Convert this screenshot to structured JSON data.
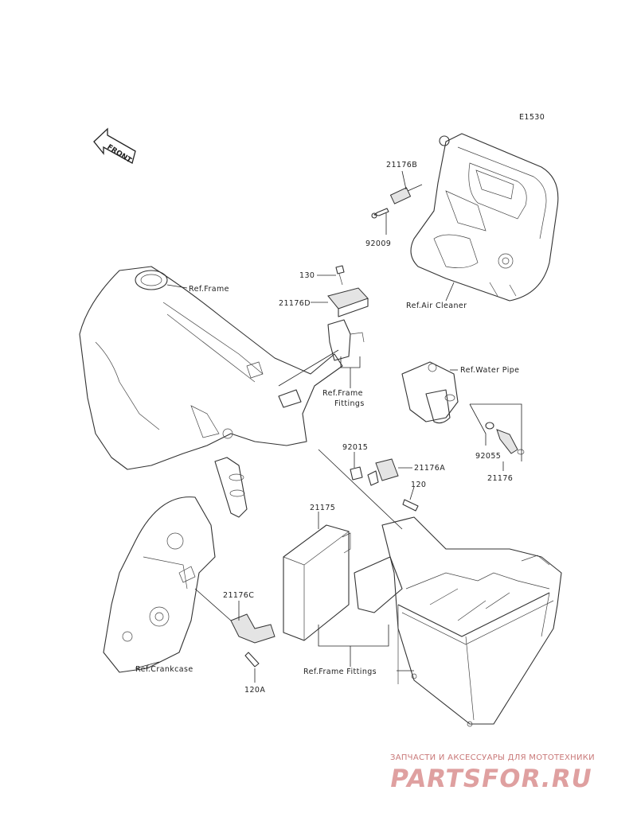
{
  "diagram_code": "E1530",
  "front_label": "FRONT",
  "labels": {
    "p21176B": "21176B",
    "p92009": "92009",
    "ref_air_cleaner": "Ref.Air Cleaner",
    "ref_frame": "Ref.Frame",
    "p130": "130",
    "p21176D": "21176D",
    "ref_frame_fittings_1": "Ref.Frame",
    "ref_frame_fittings_2": "Fittings",
    "ref_water_pipe": "Ref.Water Pipe",
    "p92015": "92015",
    "p21176A": "21176A",
    "p120": "120",
    "p92055": "92055",
    "p21176": "21176",
    "p21175": "21175",
    "p21176C": "21176C",
    "ref_crankcase": "Ref.Crankcase",
    "ref_frame_fittings_bottom": "Ref.Frame Fittings",
    "p120A": "120A"
  },
  "watermark": {
    "line1": "ЗАПЧАСТИ И АКСЕССУАРЫ ДЛЯ МОТОТЕХНИКИ",
    "logo": "PARTSFOR.RU"
  },
  "colors": {
    "line": "#333333",
    "watermark": "#dfa0a0"
  }
}
